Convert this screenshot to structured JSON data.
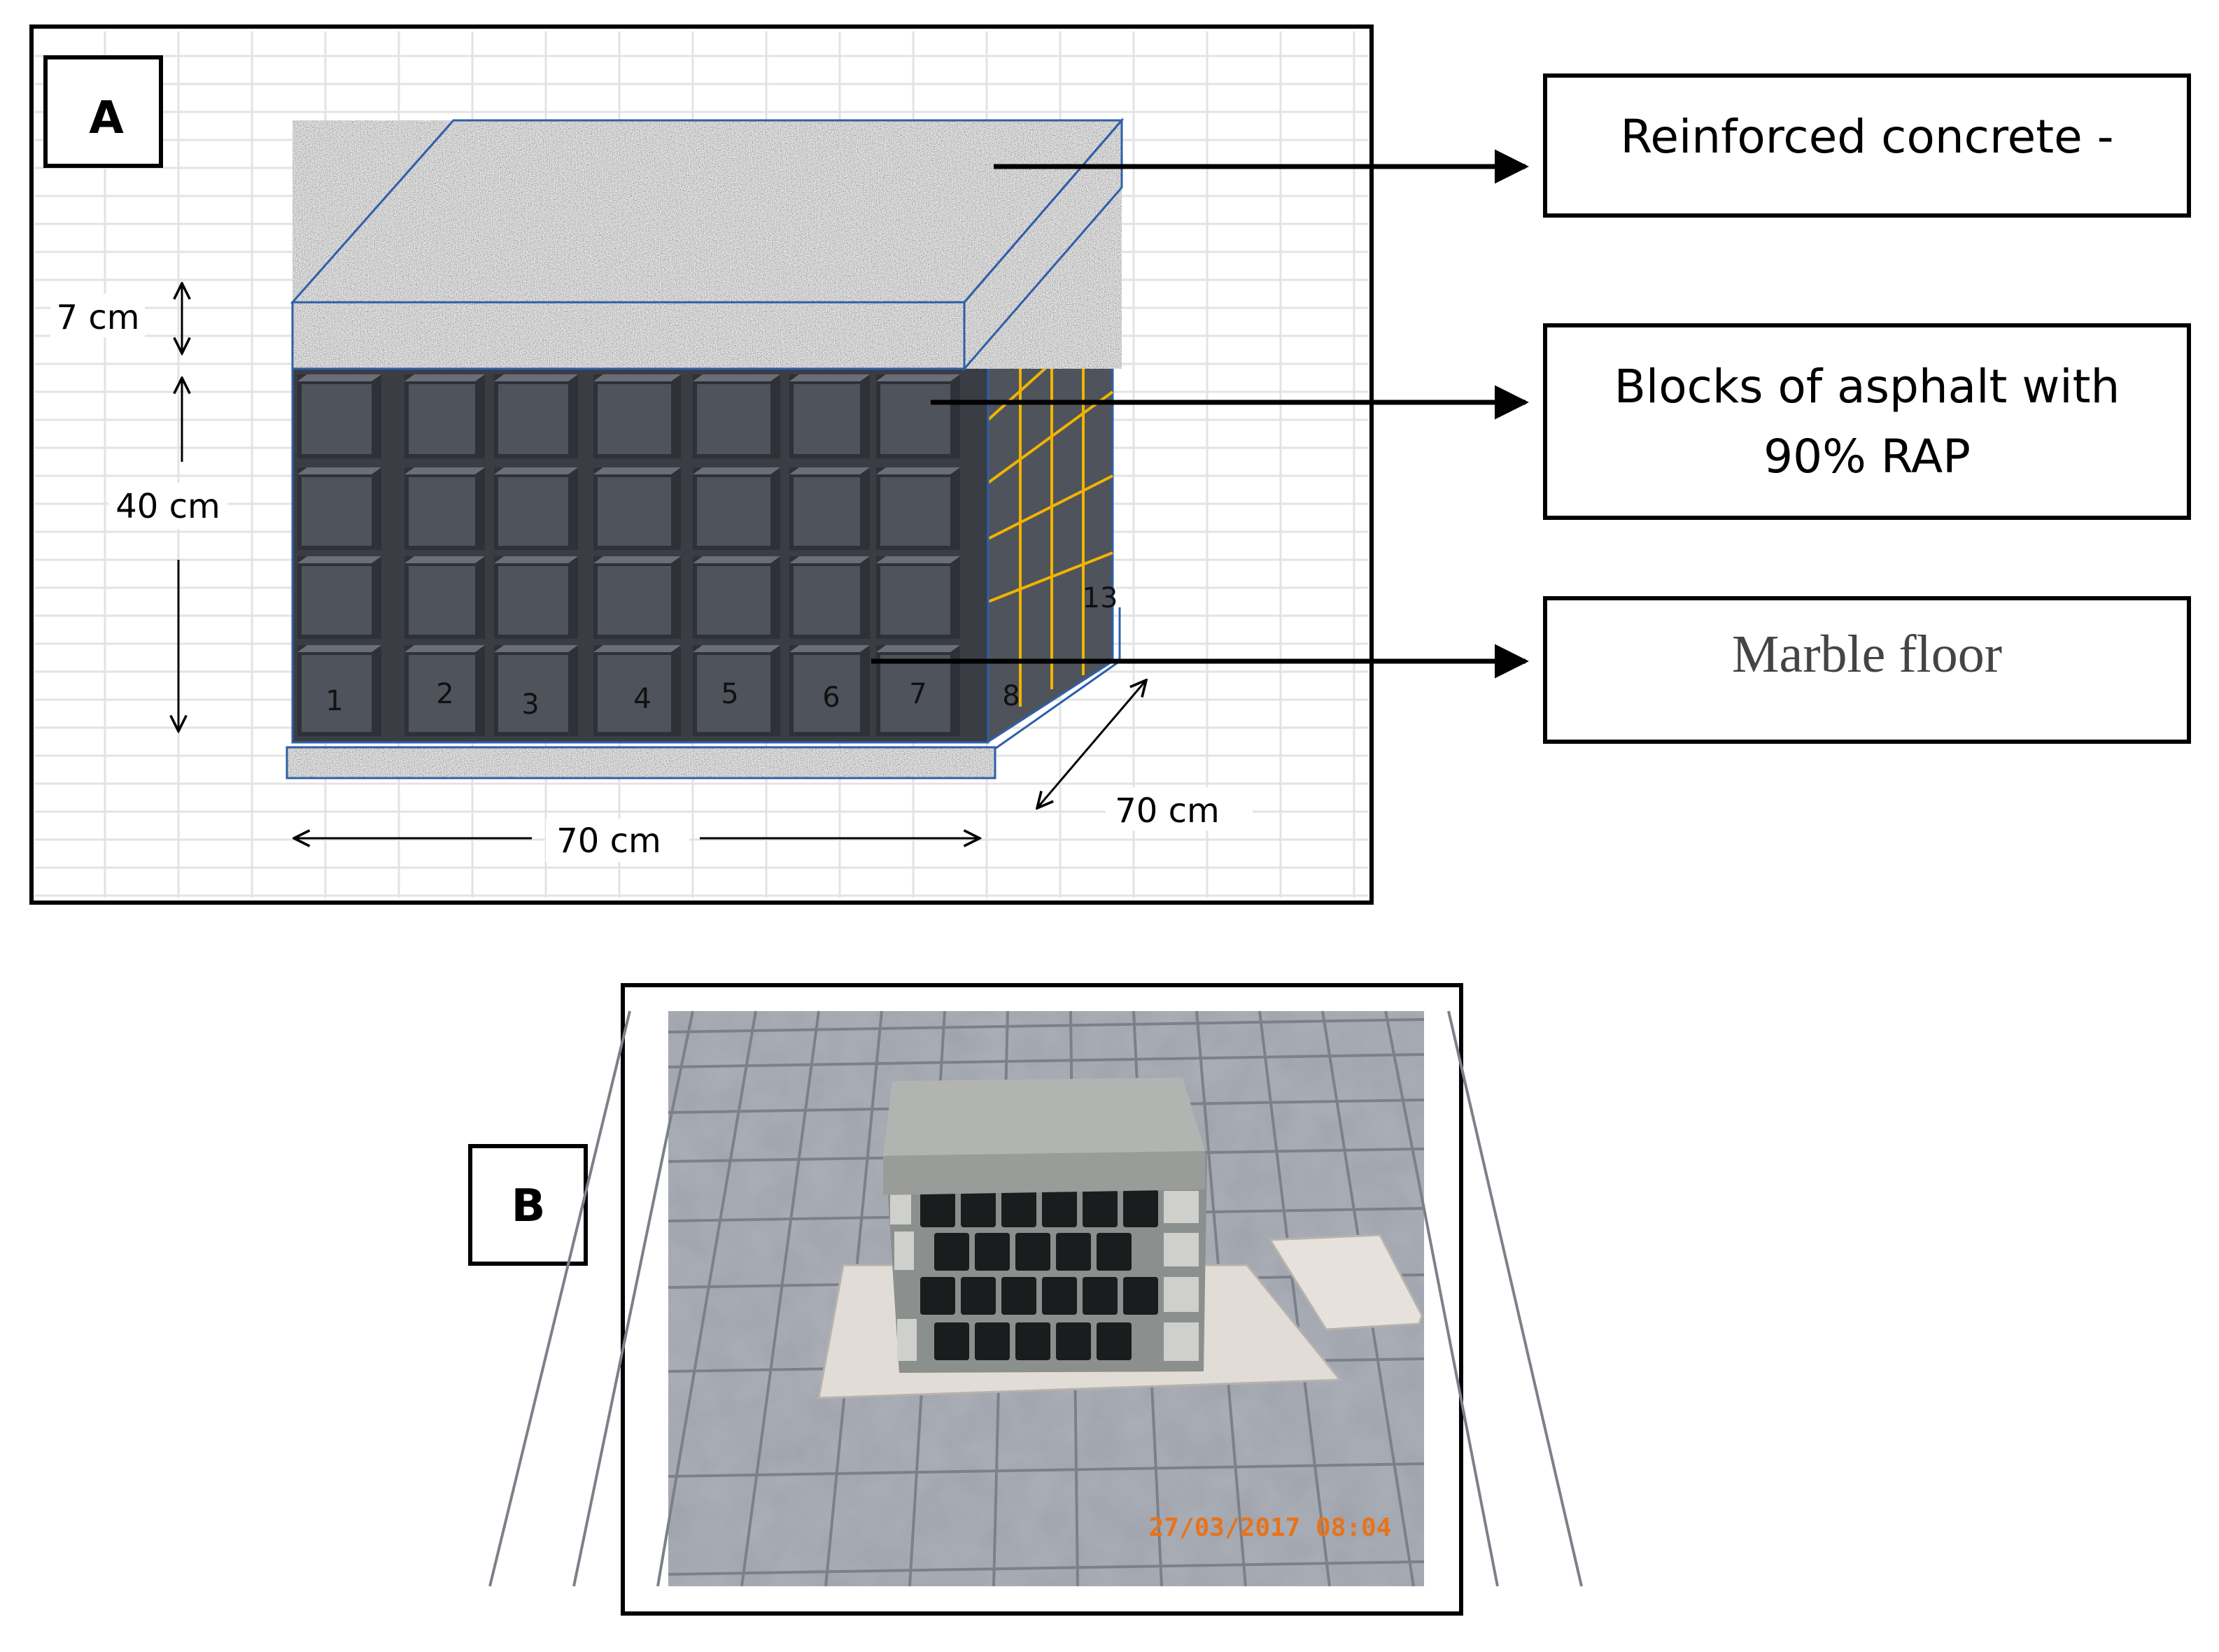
{
  "panel_a": {
    "label": "A",
    "dimensions": {
      "top_height": "7 cm",
      "wall_height": "40 cm",
      "width": "70 cm",
      "depth": "70 cm"
    },
    "block_numbers": [
      "1",
      "2",
      "3",
      "4",
      "5",
      "6",
      "7",
      "8",
      "13"
    ]
  },
  "callouts": [
    {
      "label": "Reinforced concrete -"
    },
    {
      "label": "Blocks of asphalt with 90% RAP",
      "lines": [
        "Blocks of asphalt with",
        "90% RAP"
      ]
    },
    {
      "label": "Marble floor"
    }
  ],
  "panel_b": {
    "label": "B",
    "photo_timestamp": "27/03/2017 08:04"
  },
  "colors": {
    "block": "#4f535b",
    "block_edge": "#2e3138",
    "outline": "#2f5fa8",
    "grid": "#e3e3e3",
    "side_lines": "#f0b400",
    "timestamp": "#e8731a"
  }
}
